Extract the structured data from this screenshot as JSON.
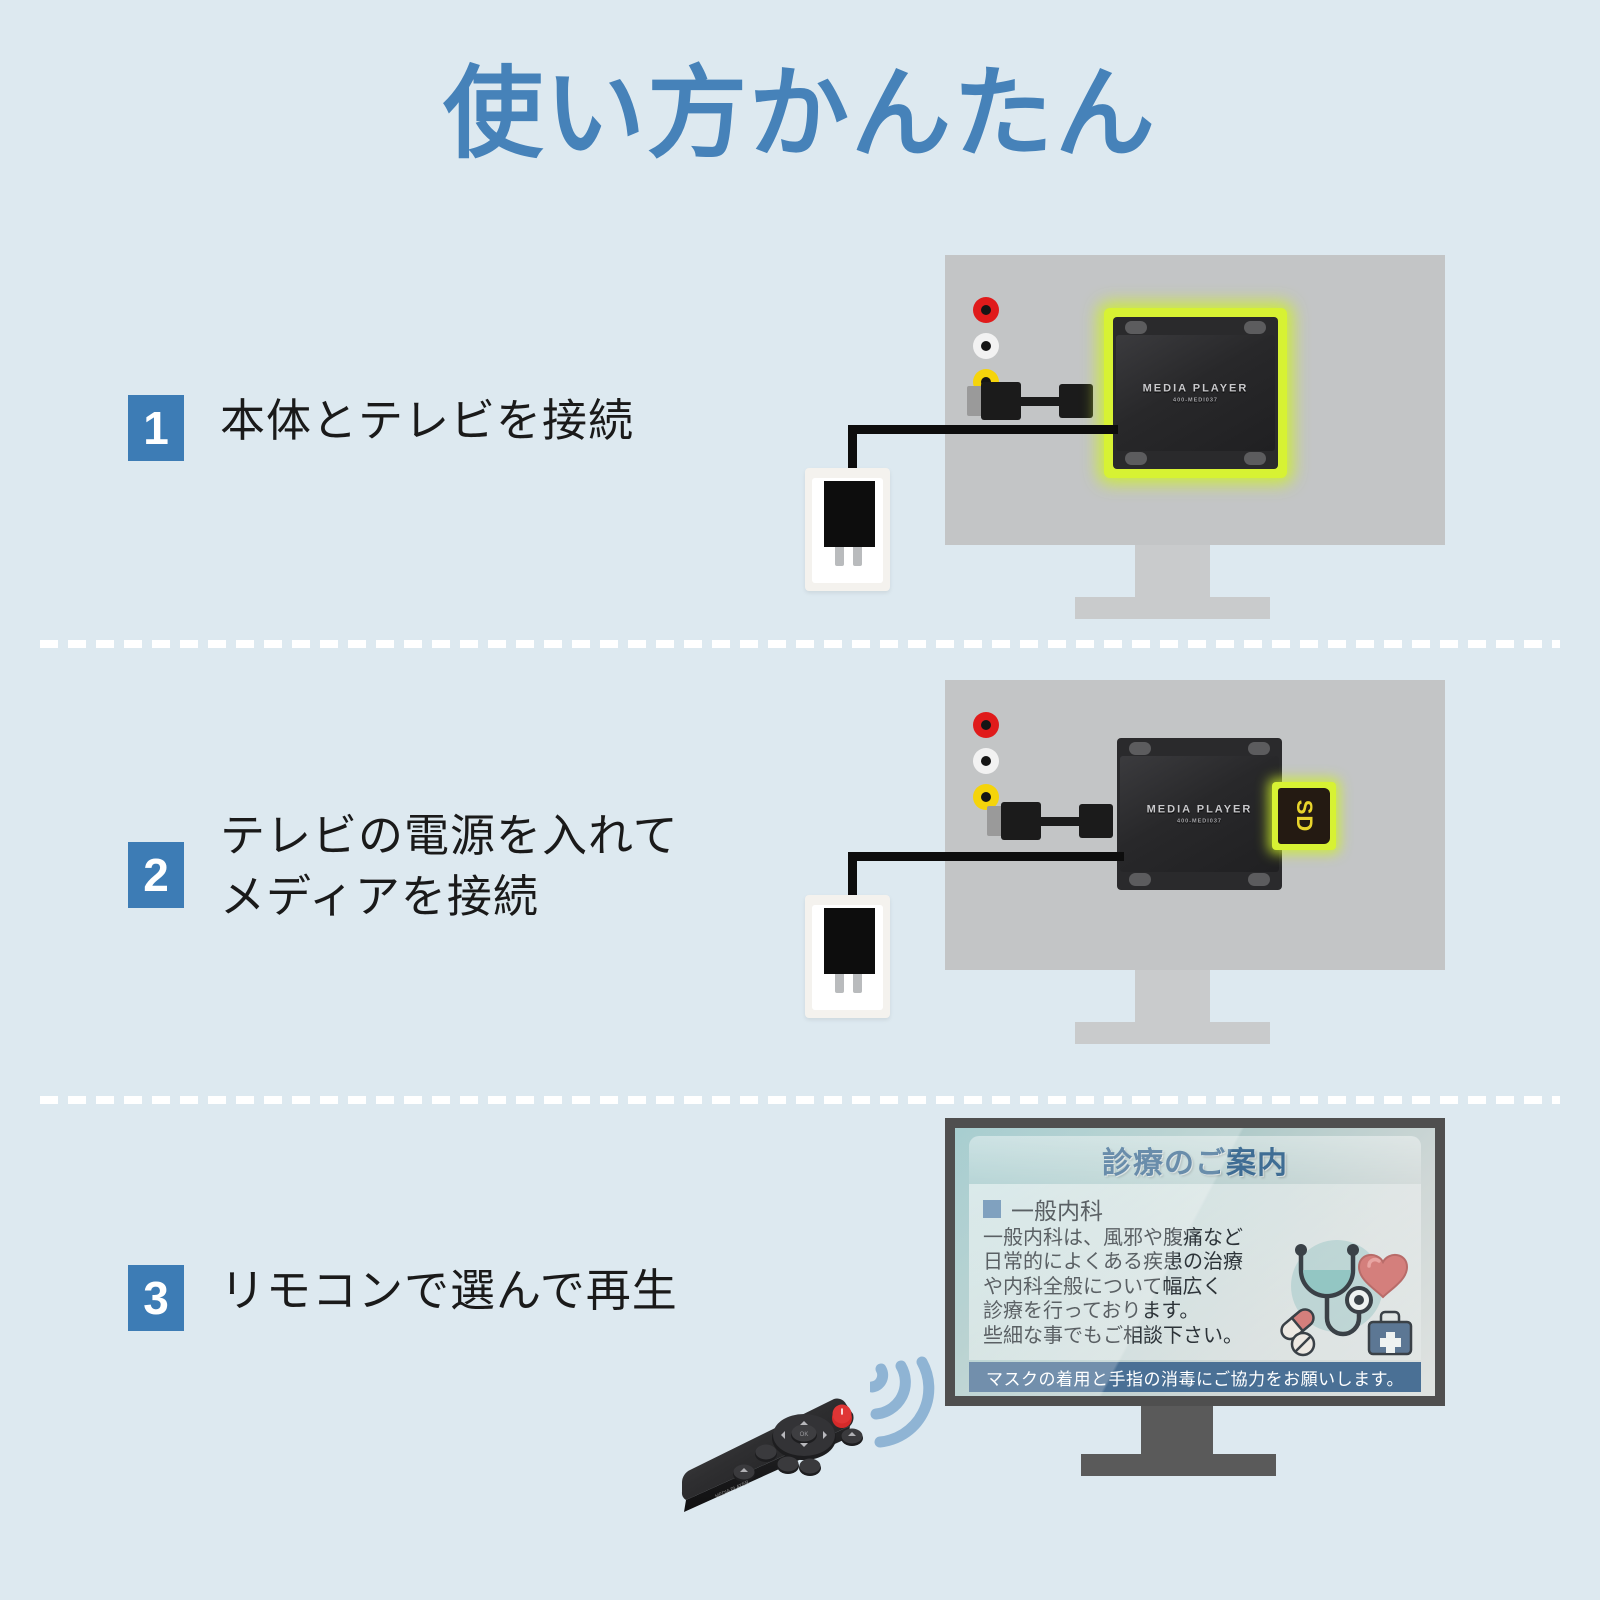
{
  "page": {
    "title": "使い方かんたん",
    "title_color": "#4682b9",
    "background_color": "#dde9f0"
  },
  "steps": [
    {
      "number": "1",
      "text": "本体とテレビを接続",
      "badge_color": "#3d7cb5"
    },
    {
      "number": "2",
      "text": "テレビの電源を入れて\nメディアを接続",
      "badge_color": "#3d7cb5"
    },
    {
      "number": "3",
      "text": "リモコンで選んで再生",
      "badge_color": "#3d7cb5"
    }
  ],
  "device": {
    "label": "MEDIA PLAYER",
    "sublabel": "400-MEDI037",
    "highlight_color": "#d7f233"
  },
  "sd_card": {
    "label": "SD",
    "highlight_color": "#d7f233"
  },
  "rca_jacks": [
    {
      "name": "red",
      "color": "#e01b1b"
    },
    {
      "name": "white",
      "color": "#f2f2f2"
    },
    {
      "name": "yellow",
      "color": "#f5d40b"
    }
  ],
  "tv_screen": {
    "title": "診療のご案内",
    "section_name": "一般内科",
    "body_text": "一般内科は、風邪や腹痛など\n日常的によくある疾患の治療\nや内科全般について幅広く\n診療を行っております。\n些細な事でもご相談下さい。",
    "banner_text": "マスクの着用と手指の消毒にご協力をお願いします。",
    "title_color": "#3f6d94",
    "banner_color": "#4a7095",
    "icons": [
      "stethoscope-icon",
      "heart-icon",
      "pill-icon",
      "first-aid-kit-icon"
    ]
  },
  "remote": {
    "power_button_color": "#d42a2a",
    "signal_color": "#8fb4d4"
  }
}
